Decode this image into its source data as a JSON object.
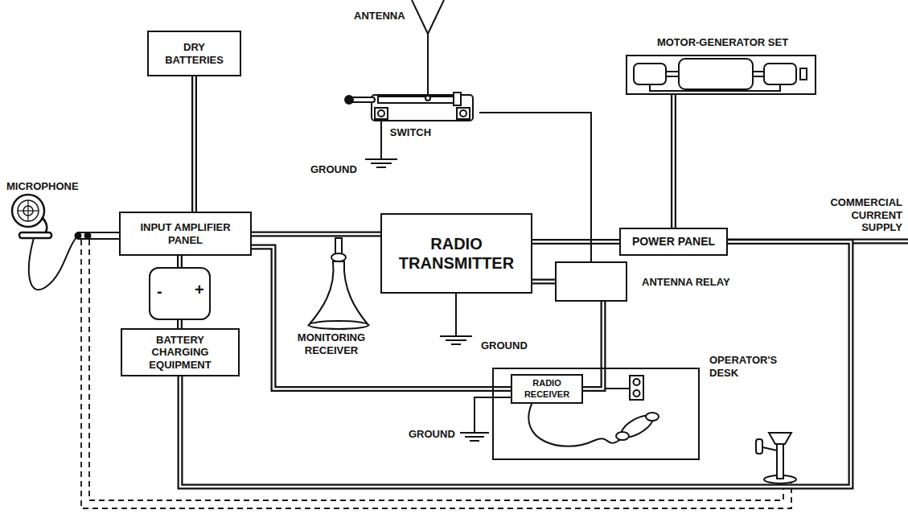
{
  "diagram": {
    "nodes": [
      {
        "text": [
          "DRY BATTERIES"
        ]
      },
      {
        "text": [
          "INPUT AMPLIFIER PANEL"
        ]
      },
      {
        "text": [
          "-",
          "+"
        ]
      },
      {
        "text": [
          "BATTERY CHARGING EQUIPMENT"
        ]
      },
      {
        "text": [
          "SWITCH"
        ]
      },
      {
        "text": [
          "MOTOR-GENERATOR SET"
        ]
      },
      {
        "text": [
          "RADIO TRANSMITTER"
        ]
      },
      {
        "text": [
          "POWER PANEL"
        ]
      },
      {
        "text": [
          "ANTENNA RELAY"
        ]
      },
      {
        "text": [
          "OPERATOR'S DESK"
        ]
      },
      {
        "text": [
          "RADIO RECEIVER"
        ],
        "in": 9
      }
    ],
    "edges": [
      {
        "from": 0,
        "to": 1,
        "arrow": "none"
      },
      {
        "from": 1,
        "to": 2,
        "arrow": "none"
      },
      {
        "from": 2,
        "to": 3,
        "arrow": "none"
      },
      {
        "from": 1,
        "to": 6,
        "arrow": "none"
      },
      {
        "from": 1,
        "to": 10,
        "arrow": "none"
      },
      {
        "from": 6,
        "to": 7,
        "arrow": "none"
      },
      {
        "from": 6,
        "to": 8,
        "arrow": "none"
      },
      {
        "from": 4,
        "to": 8,
        "arrow": "none"
      },
      {
        "from": 5,
        "to": 7,
        "arrow": "none"
      },
      {
        "from": 8,
        "to": 10,
        "arrow": "none"
      },
      {
        "from": 3,
        "to": 7,
        "arrow": "none"
      }
    ],
    "labels": [
      "ANTENNA",
      "GROUND",
      "MICROPHONE",
      "MONITORING RECEIVER",
      "GROUND",
      "COMMERCIAL CURRENT SUPPLY",
      "GROUND"
    ]
  }
}
